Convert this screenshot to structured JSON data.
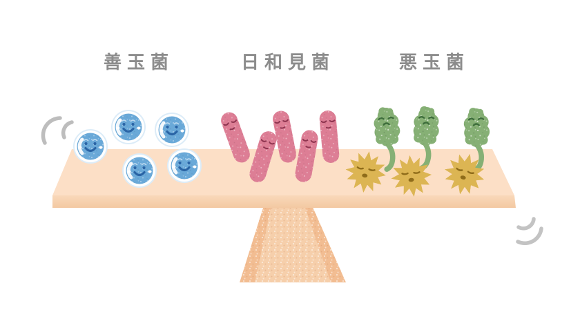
{
  "labels": {
    "good": "善玉菌",
    "opportunistic": "日和見菌",
    "bad": "悪玉菌"
  },
  "scene": {
    "description": "Seesaw balance of intestinal bacteria",
    "counts": {
      "good_bacteria_blue_cocci": 5,
      "opportunistic_bacteria_pink_rods": 5,
      "bad_bacteria_green_tailed": 3,
      "bad_bacteria_yellow_spiky": 3
    }
  },
  "icons": {
    "left_motion": "double-arc-motion-icon",
    "right_motion": "double-arc-motion-icon"
  },
  "colors": {
    "good_bacteria": "#6aa9d8",
    "good_face": "#2a64a5",
    "opportunistic_bacteria": "#dd7e95",
    "opportunistic_face": "#8f3550",
    "bad_green": "#86b075",
    "bad_green_face": "#3e6e3c",
    "bad_yellow": "#dcb553",
    "bad_yellow_face": "#8f6c1a",
    "plank_top": "#fcdfc6",
    "plank_front": "#f8d4b4",
    "fulcrum": "#f2bd92",
    "label_text": "#8c8c8c",
    "motion_mark": "#bdbdbd",
    "background": "#ffffff"
  }
}
